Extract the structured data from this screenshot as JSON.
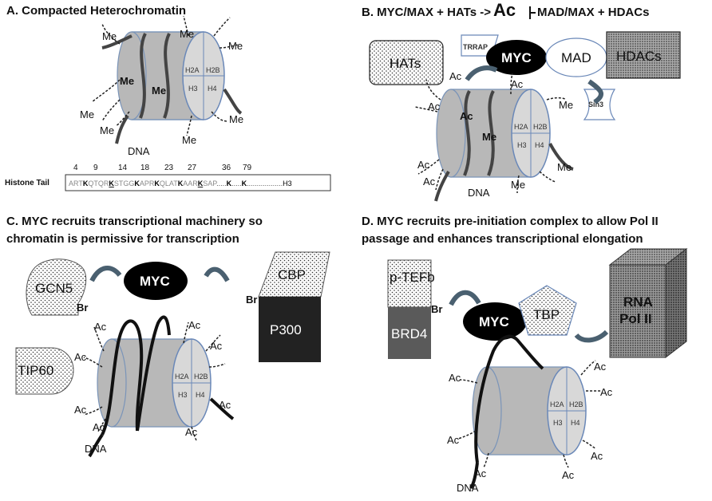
{
  "panels": {
    "a": {
      "title": "A. Compacted Heterochromatin",
      "dna": "DNA",
      "me": "Me",
      "histone_tail_label": "Histone Tail",
      "positions": [
        "4",
        "9",
        "14",
        "18",
        "23",
        "27",
        "36",
        "79"
      ],
      "sequence": {
        "s1": "ART",
        "k4": "K",
        "s2": "QTQR",
        "k9": "K",
        "s3": "STGG",
        "k14": "K",
        "s4": "APR",
        "k18": "K",
        "s5": "QLAT",
        "k23": "K",
        "s6": "AAR",
        "k27": "K",
        "s7": "SAP",
        "s8": ".....",
        "k36": "K",
        "s9": ".....",
        "k79": "K",
        "s10": "..................",
        "end": "H3"
      }
    },
    "b": {
      "title_part1": "B. MYC/MAX + HATs ->",
      "title_ac": "Ac",
      "title_part2": "MAD/MAX + HDACs",
      "hats": "HATs",
      "trrap": "TRRAP",
      "myc": "MYC",
      "mad": "MAD",
      "hdacs": "HDACs",
      "sin3": "Sin3",
      "ac": "Ac",
      "me": "Me",
      "dna": "DNA"
    },
    "c": {
      "title_line1": "C. MYC recruits transcriptional machinery so",
      "title_line2": "chromatin is permissive for transcription",
      "gcn5": "GCN5",
      "br": "Br",
      "myc": "MYC",
      "cbp": "CBP",
      "p300": "P300",
      "tip60": "TIP60",
      "ac": "Ac",
      "dna": "DNA"
    },
    "d": {
      "title_line1": "D. MYC recruits pre-initiation complex to allow Pol II",
      "title_line2": "passage and enhances transcriptional elongation",
      "ptefb": "p-TEFb",
      "br": "Br",
      "brd4": "BRD4",
      "myc": "MYC",
      "tbp": "TBP",
      "rna_pol_line1": "RNA",
      "rna_pol_line2": "Pol II",
      "ac": "Ac",
      "dna": "DNA"
    }
  },
  "histones": {
    "h2a": "H2A",
    "h2b": "H2B",
    "h3": "H3",
    "h4": "H4"
  }
}
